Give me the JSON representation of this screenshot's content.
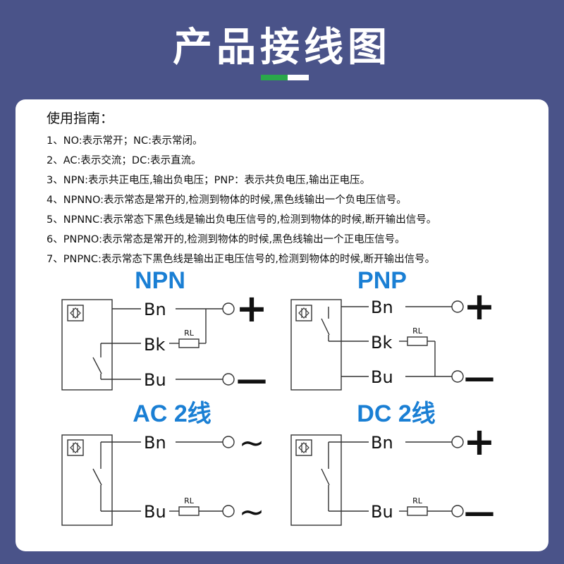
{
  "header": {
    "title": "产品接线图",
    "accent_green": "#2aa84a",
    "accent_white": "#ffffff"
  },
  "guide": {
    "title": "使用指南：",
    "items": [
      "1、NO:表示常开；NC:表示常闭。",
      "2、AC:表示交流；DC:表示直流。",
      "3、NPN:表示共正电压,输出负电压；PNP：表示共负电压,输出正电压。",
      "4、NPNNO:表示常态是常开的,检测到物体的时候,黑色线输出一个负电压信号。",
      "5、NPNNC:表示常态下黑色线是输出负电压信号的,检测到物体的时候,断开输出信号。",
      "6、PNPNO:表示常态是常开的,检测到物体的时候,黑色线输出一个正电压信号。",
      "7、PNPNC:表示常态下黑色线是输出正电压信号的,检测到物体的时候,断开输出信号。"
    ]
  },
  "diagrams": {
    "heading_color": "#1a7fd4",
    "npn": {
      "title": "NPN",
      "bn": "Bn",
      "bk": "Bk",
      "bu": "Bu",
      "rl": "RL",
      "plus": "+",
      "minus": "—"
    },
    "pnp": {
      "title": "PNP",
      "bn": "Bn",
      "bk": "Bk",
      "bu": "Bu",
      "rl": "RL",
      "plus": "+",
      "minus": "—"
    },
    "ac2": {
      "title": "AC 2线",
      "bn": "Bn",
      "bu": "Bu",
      "rl": "RL",
      "ac1": "~",
      "ac2": "~"
    },
    "dc2": {
      "title": "DC 2线",
      "bn": "Bn",
      "bu": "Bu",
      "rl": "RL",
      "plus": "+",
      "minus": "—"
    }
  }
}
